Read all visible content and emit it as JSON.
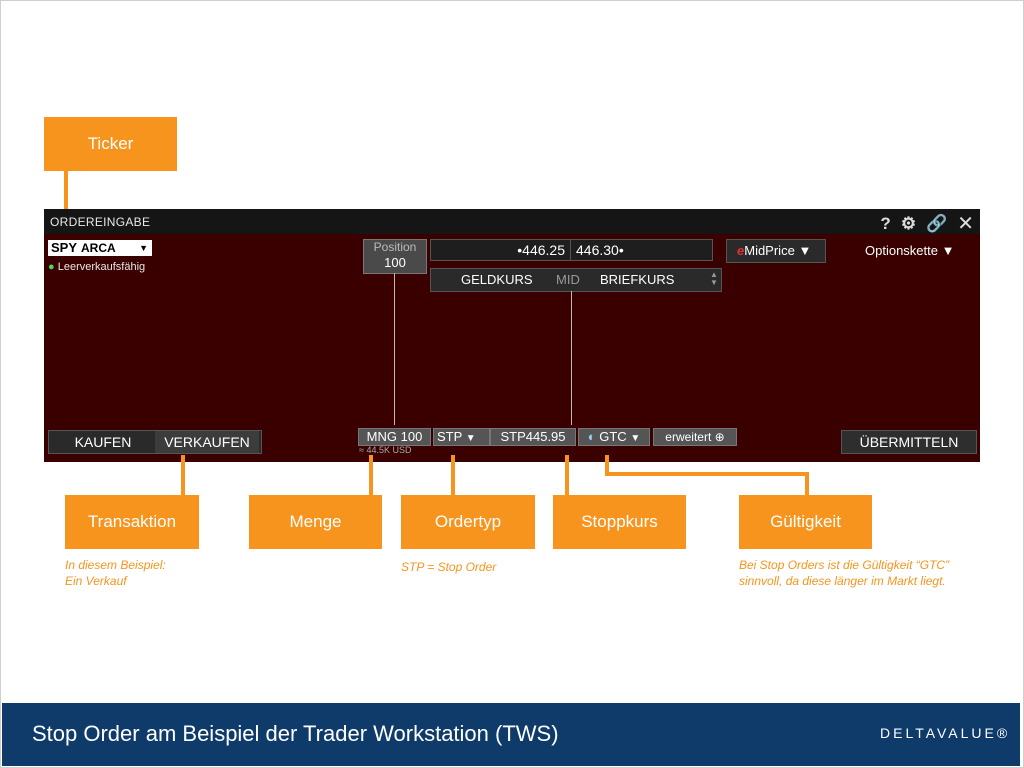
{
  "callouts": {
    "ticker": "Ticker",
    "transaktion": "Transaktion",
    "menge": "Menge",
    "ordertyp": "Ordertyp",
    "stoppkurs": "Stoppkurs",
    "gueltigkeit": "Gültigkeit"
  },
  "notes": {
    "transaktion": "In diesem Beispiel:\nEin Verkauf",
    "ordertyp": "STP = Stop Order",
    "gueltigkeit": "Bei Stop Orders ist die Gültigkeit “GTC”\nsinnvoll, da diese länger im Markt liegt."
  },
  "tws": {
    "window_title": "ORDEREINGABE",
    "ticker_symbol": "SPY",
    "ticker_exchange": "ARCA",
    "short_status": "Leerverkaufsfähig",
    "position_label": "Position",
    "position_value": "100",
    "bid_price": "•446.25",
    "ask_price": "446.30•",
    "bid_label": "GELDKURS",
    "mid_label": "MID",
    "ask_label": "BRIEFKURS",
    "price_mode": "MidPrice",
    "options_label": "Optionskette",
    "buy_label": "KAUFEN",
    "sell_label": "VERKAUFEN",
    "qty_value": "MNG 100",
    "qty_estimate": "≈ 44.5K USD",
    "order_type": "STP",
    "stop_price": "STP445.95",
    "tif": "GTC",
    "advanced_label": "erweitert",
    "submit_label": "ÜBERMITTELN"
  },
  "footer": {
    "title": "Stop Order am Beispiel der Trader Workstation (TWS)",
    "logo": "DELTAVALUE®"
  },
  "colors": {
    "accent": "#f7941d",
    "panel_bg": "#3a0000",
    "footer_bg": "#0f3b6a"
  }
}
